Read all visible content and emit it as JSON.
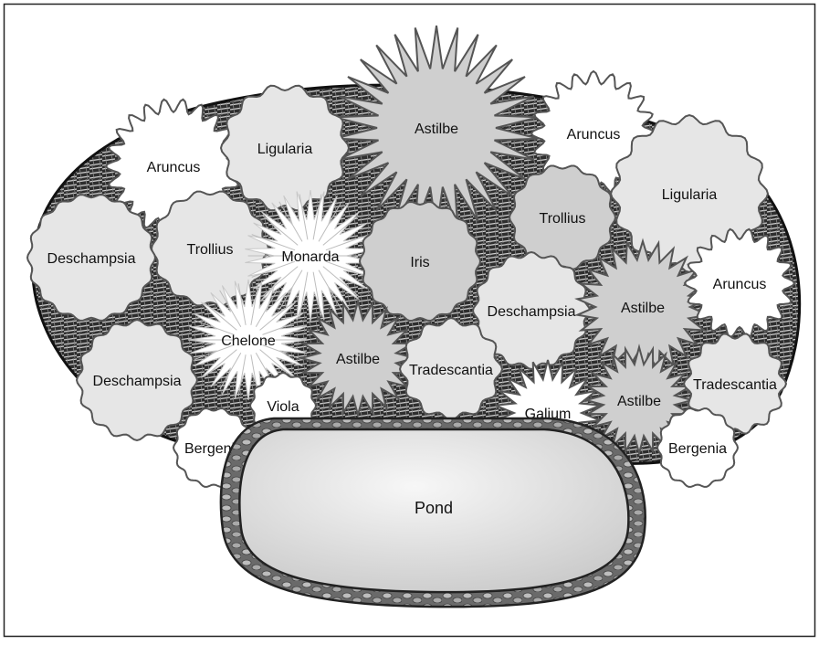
{
  "colors": {
    "bed_fill": "#3a3a3a",
    "light_plant": "#e6e6e6",
    "mid_plant": "#cfcfcf",
    "white_plant": "#ffffff",
    "outline": "#555555",
    "pond_light": "#f7f7f7",
    "pond_dark": "#c8c8c8"
  },
  "pond": {
    "label": "Pond"
  },
  "plants": [
    {
      "id": "astilbe-top",
      "label": "Astilbe",
      "shape": "spiky",
      "fill": "mid_plant"
    },
    {
      "id": "aruncus-top-left",
      "label": "Aruncus",
      "shape": "wavy",
      "fill": "white_plant"
    },
    {
      "id": "ligularia-left",
      "label": "Ligularia",
      "shape": "wavy",
      "fill": "light_plant"
    },
    {
      "id": "aruncus-top-right",
      "label": "Aruncus",
      "shape": "wavy",
      "fill": "white_plant"
    },
    {
      "id": "ligularia-right",
      "label": "Ligularia",
      "shape": "wavy",
      "fill": "light_plant"
    },
    {
      "id": "trollius-left",
      "label": "Trollius",
      "shape": "wavy",
      "fill": "light_plant"
    },
    {
      "id": "trollius-right",
      "label": "Trollius",
      "shape": "wavy",
      "fill": "mid_plant"
    },
    {
      "id": "deschampsia-left",
      "label": "Deschampsia",
      "shape": "wavy",
      "fill": "light_plant"
    },
    {
      "id": "monarda",
      "label": "Monarda",
      "shape": "burst",
      "fill": "white_plant"
    },
    {
      "id": "iris",
      "label": "Iris",
      "shape": "wavy",
      "fill": "mid_plant"
    },
    {
      "id": "deschampsia-mid",
      "label": "Deschampsia",
      "shape": "wavy",
      "fill": "light_plant"
    },
    {
      "id": "astilbe-right",
      "label": "Astilbe",
      "shape": "spiky",
      "fill": "mid_plant"
    },
    {
      "id": "aruncus-right",
      "label": "Aruncus",
      "shape": "wavy",
      "fill": "white_plant"
    },
    {
      "id": "chelone",
      "label": "Chelone",
      "shape": "burst",
      "fill": "white_plant"
    },
    {
      "id": "deschampsia-bottom-left",
      "label": "Deschampsia",
      "shape": "wavy",
      "fill": "light_plant"
    },
    {
      "id": "astilbe-mid",
      "label": "Astilbe",
      "shape": "spiky",
      "fill": "mid_plant"
    },
    {
      "id": "tradescantia-mid",
      "label": "Tradescantia",
      "shape": "wavy",
      "fill": "light_plant"
    },
    {
      "id": "galium",
      "label": "Galium",
      "shape": "spiky",
      "fill": "white_plant"
    },
    {
      "id": "astilbe-bottom-right",
      "label": "Astilbe",
      "shape": "spiky",
      "fill": "mid_plant"
    },
    {
      "id": "tradescantia-right",
      "label": "Tradescantia",
      "shape": "wavy",
      "fill": "light_plant"
    },
    {
      "id": "viola",
      "label": "Viola",
      "shape": "wavy",
      "fill": "white_plant"
    },
    {
      "id": "bergenia-left",
      "label": "Bergenia",
      "shape": "wavy",
      "fill": "white_plant"
    },
    {
      "id": "bergenia-right",
      "label": "Bergenia",
      "shape": "wavy",
      "fill": "white_plant"
    }
  ]
}
